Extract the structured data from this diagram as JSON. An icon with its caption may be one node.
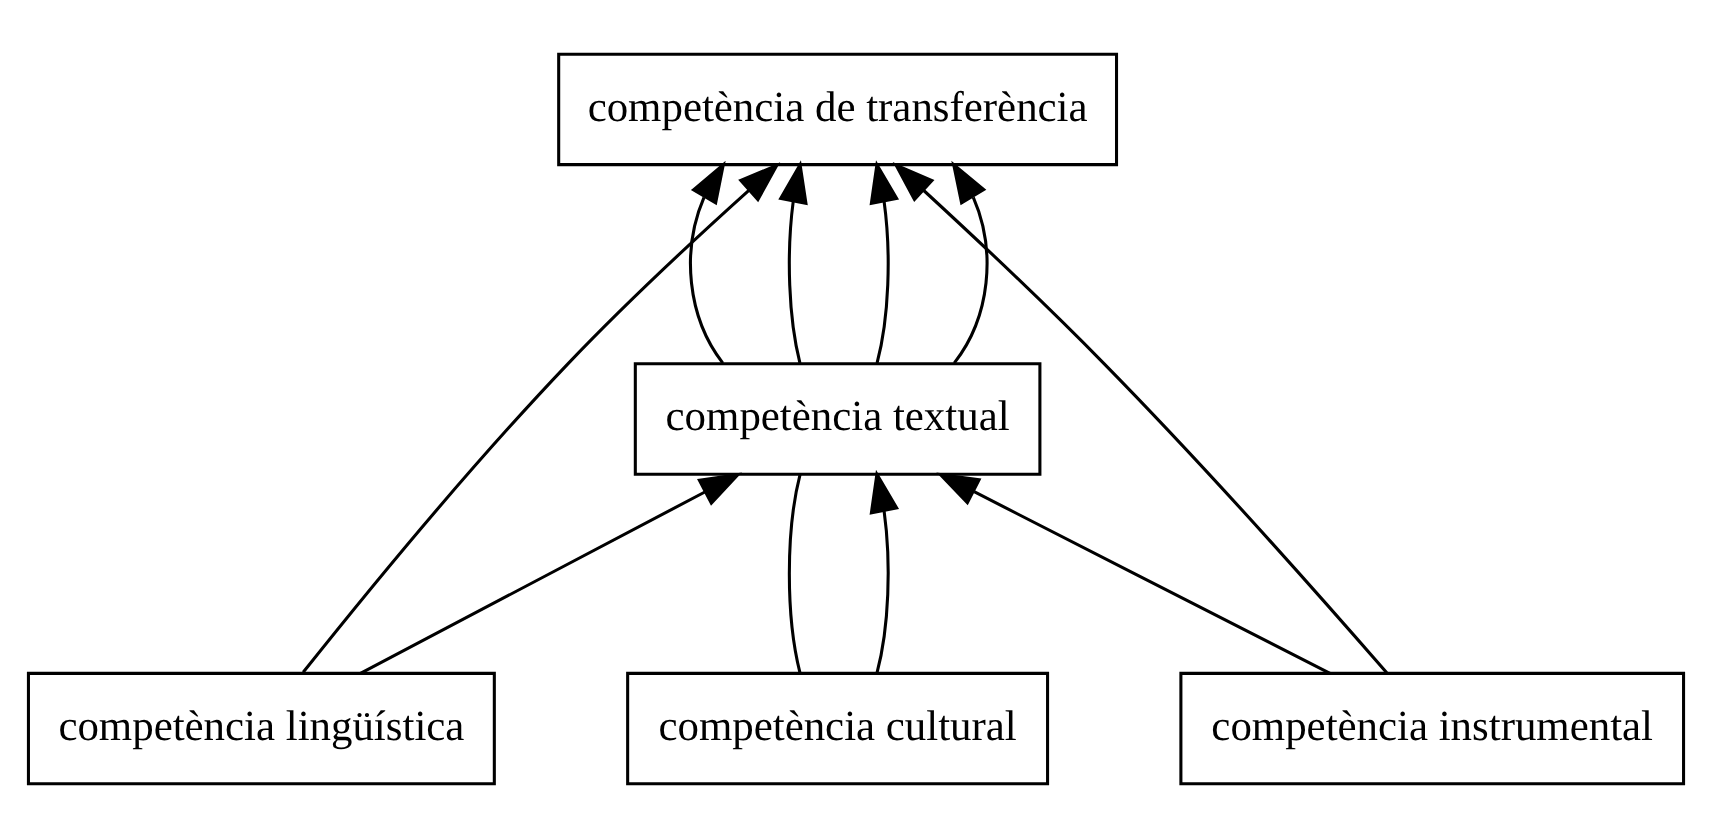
{
  "diagram": {
    "nodes": [
      {
        "text": [
          "competència de transferència"
        ]
      },
      {
        "text": [
          "competència textual"
        ]
      },
      {
        "text": [
          "competència lingüística"
        ]
      },
      {
        "text": [
          "competència cultural"
        ]
      },
      {
        "text": [
          "competència instrumental"
        ]
      }
    ],
    "edges": [
      {
        "from": 2,
        "to": 0,
        "arrow": "to"
      },
      {
        "from": 2,
        "to": 1,
        "arrow": "to"
      },
      {
        "from": 1,
        "to": 0,
        "arrow": "to"
      },
      {
        "from": 1,
        "to": 0,
        "arrow": "to"
      },
      {
        "from": 1,
        "to": 0,
        "arrow": "to"
      },
      {
        "from": 1,
        "to": 0,
        "arrow": "to"
      },
      {
        "from": 3,
        "to": 1,
        "arrow": "none"
      },
      {
        "from": 3,
        "to": 1,
        "arrow": "to"
      },
      {
        "from": 4,
        "to": 1,
        "arrow": "to"
      },
      {
        "from": 4,
        "to": 0,
        "arrow": "to"
      }
    ]
  }
}
